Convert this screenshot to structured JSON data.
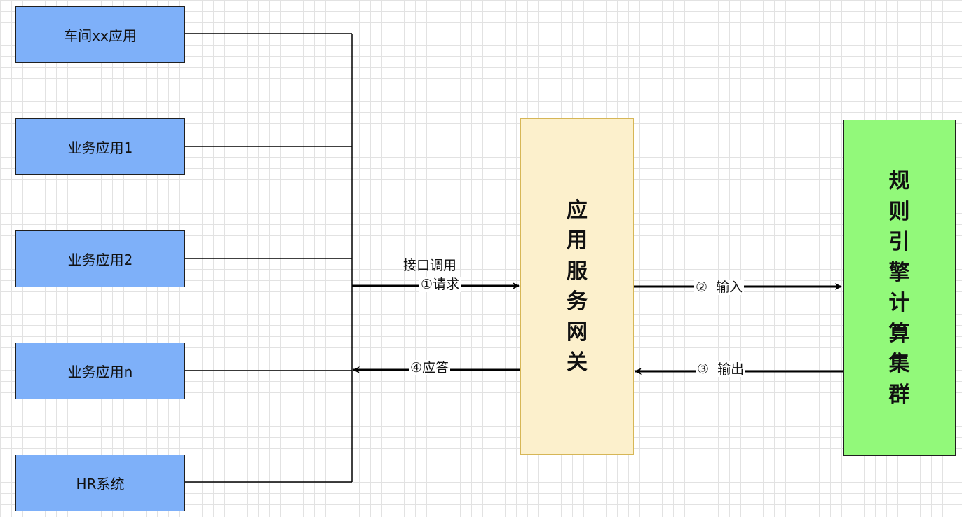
{
  "apps": [
    {
      "label": "车间xx应用"
    },
    {
      "label": "业务应用1"
    },
    {
      "label": "业务应用2"
    },
    {
      "label": "业务应用n"
    },
    {
      "label": "HR系统"
    }
  ],
  "gateway": {
    "label": "应用服务网关"
  },
  "engine": {
    "label": "规则引擎计算集群"
  },
  "edges": {
    "request_top": "接口调用",
    "request_bottom": "①请求",
    "input": "②  输入",
    "output": "③  输出",
    "response": "④应答"
  }
}
